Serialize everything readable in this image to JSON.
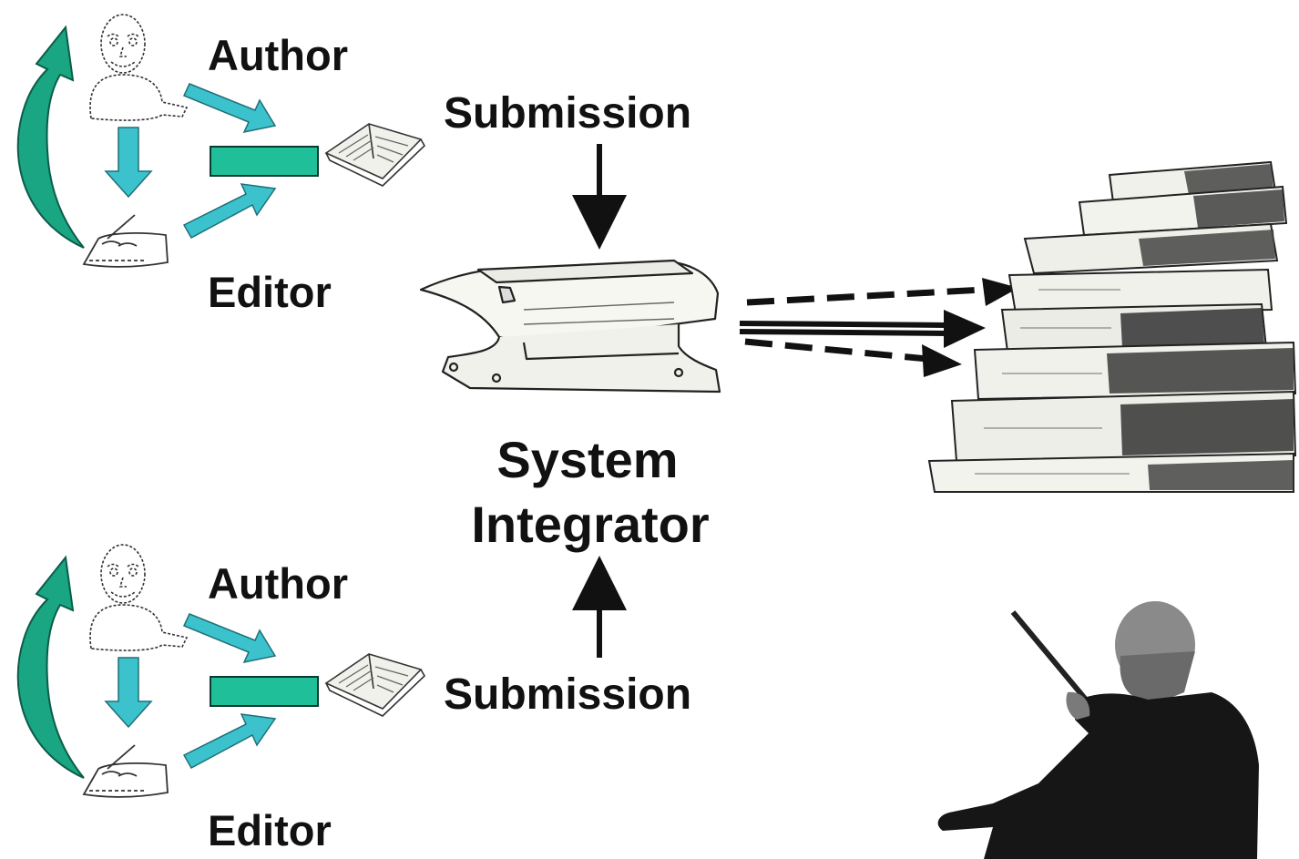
{
  "top_group": {
    "author_label": "Author",
    "editor_label": "Editor",
    "submission_label": "Submission"
  },
  "bottom_group": {
    "author_label": "Author",
    "editor_label": "Editor",
    "submission_label": "Submission"
  },
  "integrator": {
    "line1": "System",
    "line2": "Integrator"
  },
  "icons": {
    "author": "author-sketch-icon",
    "editor": "writing-hand-icon",
    "document": "open-book-icon",
    "anvil": "anvil-icon",
    "books": "book-stack-icon",
    "conductor": "conductor-icon"
  },
  "colors": {
    "cycle_arrow": "#1aa583",
    "flow_arrow": "#3cc2cc",
    "bar": "#1fbf9a",
    "black_arrow": "#111111"
  }
}
